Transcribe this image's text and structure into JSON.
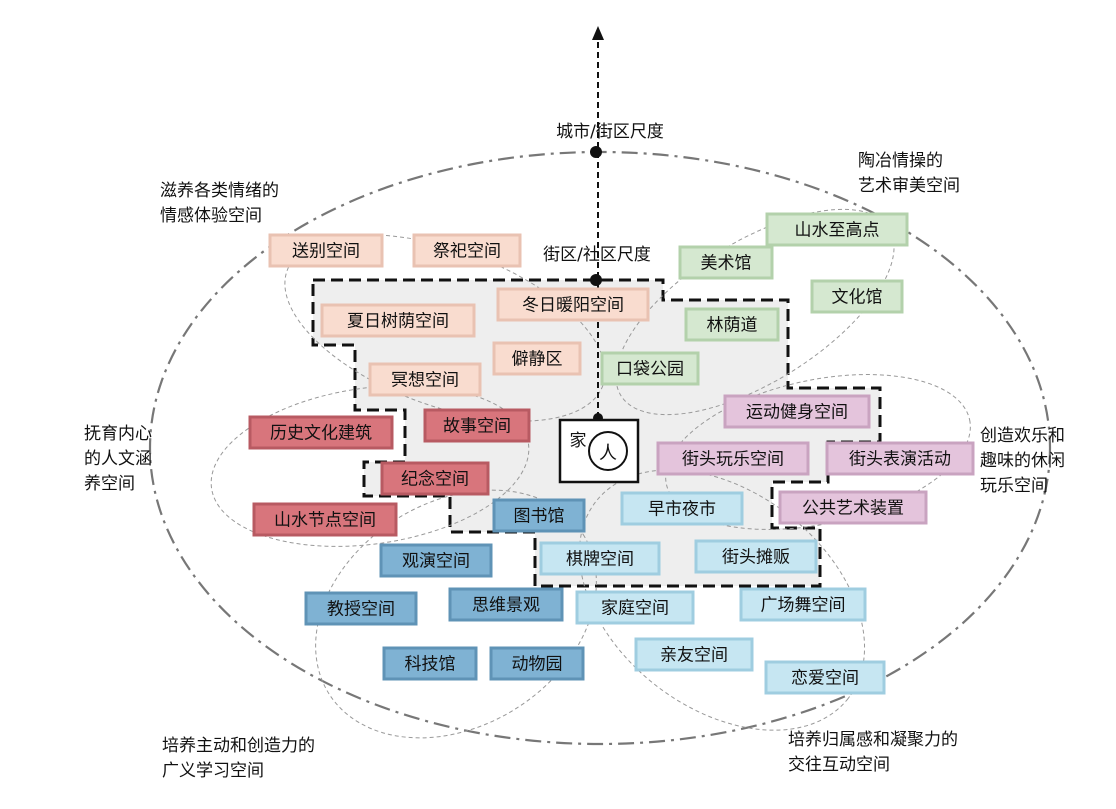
{
  "axis": {
    "city_label": "城市/街区尺度",
    "community_label": "街区/社区尺度"
  },
  "center": {
    "home": "家",
    "person": "人"
  },
  "groups": {
    "aesthetic": {
      "line1": "陶冶情操的",
      "line2": "艺术审美空间",
      "fill": "#d5e8d0",
      "stroke": "#b3d1ab"
    },
    "emotion": {
      "line1": "滋养各类情绪的",
      "line2": "情感体验空间",
      "fill": "#f9dccf",
      "stroke": "#e9c2b2"
    },
    "humanity": {
      "line1": "抚育内心",
      "line2": "的人文涵",
      "line3": "养空间",
      "fill": "#d8757c",
      "stroke": "#b85a62"
    },
    "leisure": {
      "line1": "创造欢乐和",
      "line2": "趣味的休闲",
      "line3": "玩乐空间",
      "fill": "#e4c4dc",
      "stroke": "#c9a3c0"
    },
    "learning": {
      "line1": "培养主动和创造力的",
      "line2": "广义学习空间",
      "fill": "#7fb2d3",
      "stroke": "#5f93b6"
    },
    "social": {
      "line1": "培养归属感和凝聚力的",
      "line2": "交往互动空间",
      "fill": "#c6e6f2",
      "stroke": "#9fcde0"
    }
  },
  "labels": {
    "songbie": "送别空间",
    "jisi": "祭祀空间",
    "xiari": "夏日树荫空间",
    "dongri": "冬日暖阳空间",
    "pijing": "僻静区",
    "mingxiang": "冥想空间",
    "shanshui_gaodian": "山水至高点",
    "meishuguan": "美术馆",
    "wenhuaguan": "文化馆",
    "linyindao": "林荫道",
    "koudai": "口袋公园",
    "lishi": "历史文化建筑",
    "gushi": "故事空间",
    "jinian": "纪念空间",
    "shanshui_jiedian": "山水节点空间",
    "yundong": "运动健身空间",
    "jietou_wanle": "街头玩乐空间",
    "jietou_biaoyan": "街头表演活动",
    "gonggong": "公共艺术装置",
    "tushuguan": "图书馆",
    "guanyan": "观演空间",
    "jiaoshou": "教授空间",
    "siwei": "思维景观",
    "kejiguan": "科技馆",
    "dongwuyuan": "动物园",
    "zaoshi": "早市夜市",
    "qipai": "棋牌空间",
    "jietou_tanfan": "街头摊贩",
    "jiating": "家庭空间",
    "guangchang": "广场舞空间",
    "qinyou": "亲友空间",
    "lianai": "恋爱空间"
  }
}
